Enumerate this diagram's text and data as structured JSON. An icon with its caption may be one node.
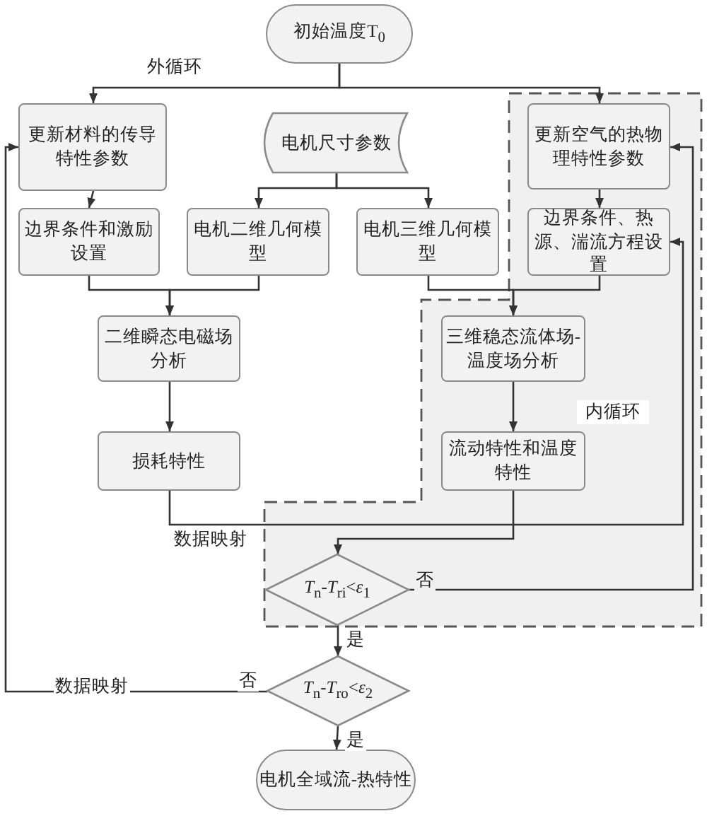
{
  "diagram": {
    "nodes": [
      {
        "text": [
          "初始温度T$_{0}$"
        ]
      },
      {
        "text": [
          "更新材料的传导特性参数"
        ]
      },
      {
        "text": [
          "电机尺寸参数"
        ]
      },
      {
        "text": [
          "更新空气的热物理特性参数"
        ]
      },
      {
        "text": [
          "边界条件和激励设置"
        ]
      },
      {
        "text": [
          "电机二维几何模型"
        ]
      },
      {
        "text": [
          "电机三维几何模型"
        ]
      },
      {
        "text": [
          "边界条件、热源、湍流方程设置"
        ]
      },
      {
        "text": [
          "二维瞬态电磁场分析"
        ]
      },
      {
        "text": [
          "三维稳态流体场-温度场分析"
        ]
      },
      {
        "text": [
          "损耗特性"
        ]
      },
      {
        "text": [
          "流动特性和温度特性"
        ]
      },
      {
        "text": [
          "*T*$_{n}$-*T*$_{ri}$<*ε*$_{1}$"
        ]
      },
      {
        "text": [
          "*T*$_{n}$-*T*$_{ro}$<*ε*$_{2}$"
        ]
      },
      {
        "text": [
          "电机全域流-热特性"
        ]
      }
    ],
    "edges": [
      {
        "from": 0,
        "to": 1,
        "arrow": "to"
      },
      {
        "from": 0,
        "to": 3,
        "arrow": "to"
      },
      {
        "from": 1,
        "to": 4,
        "arrow": "to"
      },
      {
        "from": 2,
        "to": 5,
        "arrow": "to"
      },
      {
        "from": 2,
        "to": 6,
        "arrow": "to"
      },
      {
        "from": 3,
        "to": 7,
        "arrow": "to"
      },
      {
        "from": 4,
        "to": 8,
        "arrow": "to"
      },
      {
        "from": 5,
        "to": 8,
        "arrow": "to"
      },
      {
        "from": 6,
        "to": 9,
        "arrow": "to"
      },
      {
        "from": 7,
        "to": 9,
        "arrow": "to"
      },
      {
        "from": 8,
        "to": 10,
        "arrow": "to"
      },
      {
        "from": 9,
        "to": 11,
        "arrow": "to"
      },
      {
        "from": 10,
        "to": 7,
        "arrow": "to",
        "label": "数据映射"
      },
      {
        "from": 11,
        "to": 12,
        "arrow": "to"
      },
      {
        "from": 12,
        "to": 3,
        "arrow": "to",
        "label": "否"
      },
      {
        "from": 12,
        "to": 13,
        "arrow": "to",
        "label": "是"
      },
      {
        "from": 13,
        "to": 1,
        "arrow": "to",
        "label": "否"
      },
      {
        "from": 13,
        "to": 14,
        "arrow": "to",
        "label": "是"
      }
    ],
    "labels": [
      "外循环",
      "内循环",
      "数据映射"
    ]
  }
}
